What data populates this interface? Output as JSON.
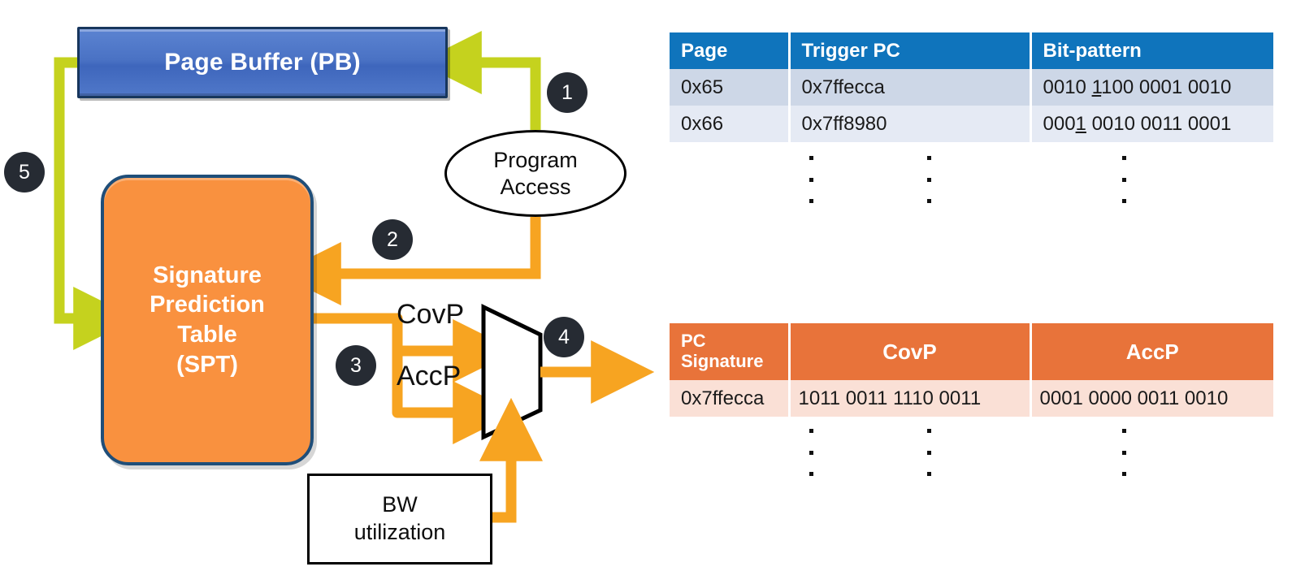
{
  "diagram": {
    "page_buffer": {
      "label": "Page Buffer (PB)"
    },
    "spt": {
      "line1": "Signature",
      "line2": "Prediction",
      "line3": "Table",
      "line4": "(SPT)"
    },
    "program_access": {
      "line1": "Program",
      "line2": "Access"
    },
    "bw_utilization": {
      "line1": "BW",
      "line2": "utilization"
    },
    "mux": {
      "input_top": "CovP",
      "input_bottom": "AccP"
    },
    "steps": [
      {
        "id": "1",
        "label": "1"
      },
      {
        "id": "2",
        "label": "2"
      },
      {
        "id": "3",
        "label": "3"
      },
      {
        "id": "4",
        "label": "4"
      },
      {
        "id": "5",
        "label": "5"
      }
    ],
    "colors": {
      "page_buffer_fill": "#4A72C4",
      "page_buffer_border": "#17365D",
      "spt_fill": "#F9913F",
      "spt_border": "#1F4E79",
      "arrow_green": "#C5D21E",
      "arrow_orange": "#F7A421",
      "arrow_orange_dark": "#F59C1C",
      "step_badge": "#262B33",
      "outline_black": "#000000"
    }
  },
  "page_buffer_table": {
    "headers": [
      "Page",
      "Trigger PC",
      "Bit-pattern"
    ],
    "rows": [
      {
        "page": "0x65",
        "trigger_pc": "0x7ffecca",
        "bits_pre": "0010 ",
        "bits_underlined": "1",
        "bits_post": "100 0001 0010"
      },
      {
        "page": "0x66",
        "trigger_pc": "0x7ff8980",
        "bits_pre": "000",
        "bits_underlined": "1",
        "bits_post": " 0010 0011 0001"
      }
    ],
    "continuation": "vertical-ellipsis"
  },
  "spt_table": {
    "headers": [
      "PC Signature",
      "CovP",
      "AccP"
    ],
    "header_pc_line1": "PC",
    "header_pc_line2": "Signature",
    "rows": [
      {
        "pc_signature": "0x7ffecca",
        "covp": "1011 0011 1110 0011",
        "accp": "0001 0000 0011 0010"
      }
    ],
    "continuation": "vertical-ellipsis",
    "colors": {
      "header_fill": "#E8733A",
      "row_fill": "#FAE0D6"
    }
  }
}
